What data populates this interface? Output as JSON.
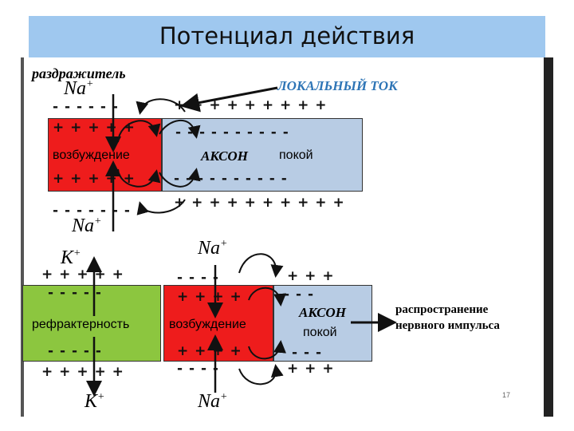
{
  "title": "Потенциал действия",
  "top": {
    "stimulus": "раздражитель",
    "na_top": "Na",
    "local_current": "ЛОКАЛЬНЫЙ ТОК",
    "signs_top_left": "- - - - - -",
    "signs_top_right": "+ + + + + + + + +",
    "signs_row1_left": "+ + +      + +",
    "signs_row1_right": "- - - - - - - - - -",
    "excitation": "возбуждение",
    "axon": "АКСОН",
    "rest": "покой",
    "signs_row2_left": "+ + +      + +",
    "signs_row2_right": "- - - - - - - - - -",
    "signs_bottom_left": "- - - - - - -",
    "signs_bottom_right": "+ + + + + + + + + +",
    "na_bottom": "Na"
  },
  "bottom": {
    "k_top": "K",
    "na_top": "Na",
    "signs_out_top_left": "+ + +      + +",
    "signs_out_top_mid": "- -       - -",
    "signs_out_top_right": "+   +   +",
    "signs_in_top_left": "- - -      - -",
    "signs_in_top_mid": "+ +       + +",
    "signs_in_top_right": "-   -   -",
    "refractory": "рефрактерность",
    "excitation": "возбуждение",
    "axon": "АКСОН",
    "rest": "покой",
    "signs_in_bot_left": "- - -      - -",
    "signs_in_bot_mid": "+ +       + +",
    "signs_in_bot_right": "-   -   -",
    "signs_out_bot_left": "+ + +      + +",
    "signs_out_bot_mid": "- -       - -",
    "signs_out_bot_right": "+   +   +",
    "propagation_1": "распространение",
    "propagation_2": "нервного импульса",
    "k_bottom": "K",
    "na_bottom": "Na",
    "plus_sup": "+"
  },
  "page_number": "17",
  "colors": {
    "excited": "#ee1c1c",
    "rest": "#b8cce4",
    "refractory": "#8cc63f",
    "local_current": "#2e75b6",
    "title_bar": "#9fc8ef"
  }
}
